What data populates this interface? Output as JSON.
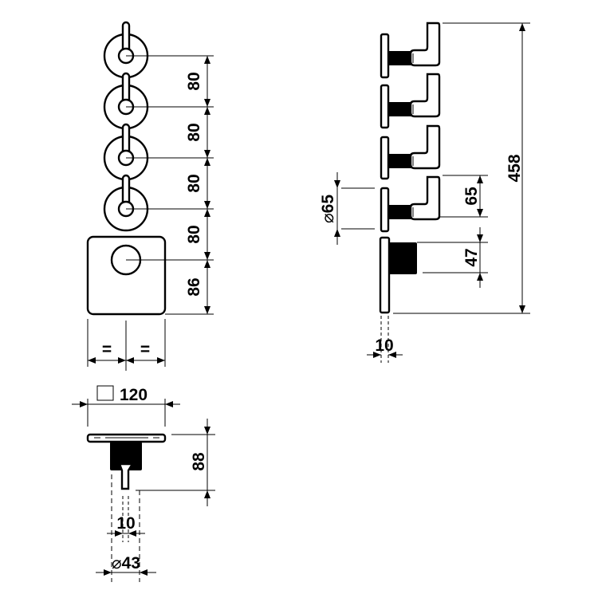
{
  "front_view": {
    "spacing_labels": [
      "80",
      "80",
      "80",
      "80"
    ],
    "bottom_label": "86",
    "equal_labels": [
      "=",
      "="
    ]
  },
  "side_view": {
    "diameter_symbol": "⌀",
    "rosette_diameter": "65",
    "handle_height": "65",
    "body_depth": "47",
    "total_height": "458",
    "plate_thickness": "10"
  },
  "top_view": {
    "square_symbol": "□",
    "plate_width": "120",
    "depth": "88",
    "stem_width": "10",
    "diameter_symbol": "⌀",
    "body_diameter": "43"
  }
}
